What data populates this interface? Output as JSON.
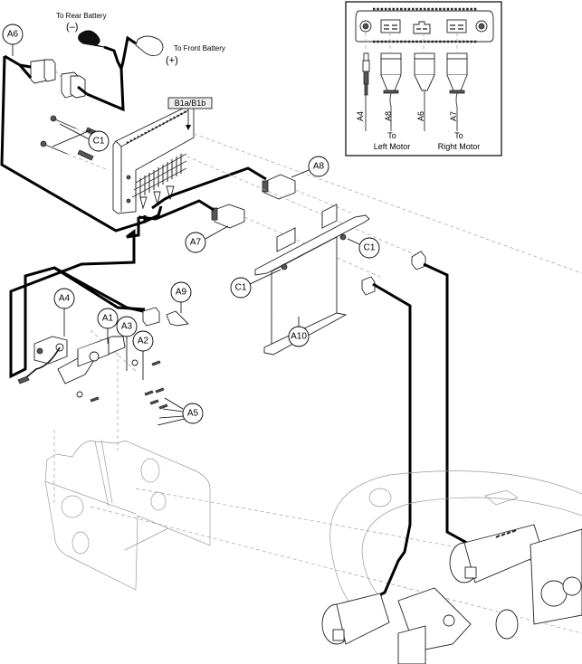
{
  "diagram": {
    "title": "Controller / Wiring Harness Exploded View",
    "battery_labels": {
      "rear": "To Rear Battery",
      "rear_polarity": "(–)",
      "front": "To Front Battery",
      "front_polarity": "(+)"
    },
    "component_box_label": "B1a/B1b",
    "callouts": {
      "A1": "A1",
      "A2": "A2",
      "A3": "A3",
      "A4": "A4",
      "A5": "A5",
      "A6": "A6",
      "A7": "A7",
      "A8": "A8",
      "A9": "A9",
      "A10": "A10",
      "C1": "C1"
    },
    "inset": {
      "connectors": [
        "A4",
        "A8",
        "A6",
        "A7"
      ],
      "destinations": {
        "left_to": "To",
        "left_motor": "Left Motor",
        "right_to": "To",
        "right_motor": "Right Motor"
      }
    }
  }
}
